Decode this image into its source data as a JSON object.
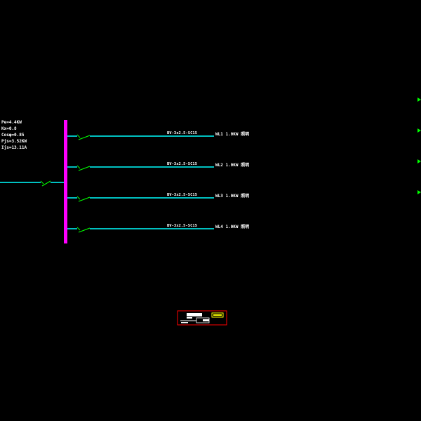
{
  "params": [
    "Pe=4.4KW",
    "Kx=0.8",
    "Cosφ=0.85",
    "Pjs=3.52KW",
    "Ijs=13.11A"
  ],
  "circuits": [
    {
      "cable": "BV-3x2.5-SC15",
      "load": "WL1 1.0KW 照明"
    },
    {
      "cable": "BV-3x2.5-SC15",
      "load": "WL2 1.0KW 照明"
    },
    {
      "cable": "BV-3x2.5-SC15",
      "load": "WL3 1.0KW 照明"
    },
    {
      "cable": "BV-3x2.5-SC15",
      "load": "WL4 1.0KW 照明"
    }
  ],
  "colors": {
    "busbar": "#ff00ff",
    "feeder": "#00ffff",
    "breaker": "#00ff00",
    "text": "#ffffff",
    "title_frame": "#ff0000"
  }
}
